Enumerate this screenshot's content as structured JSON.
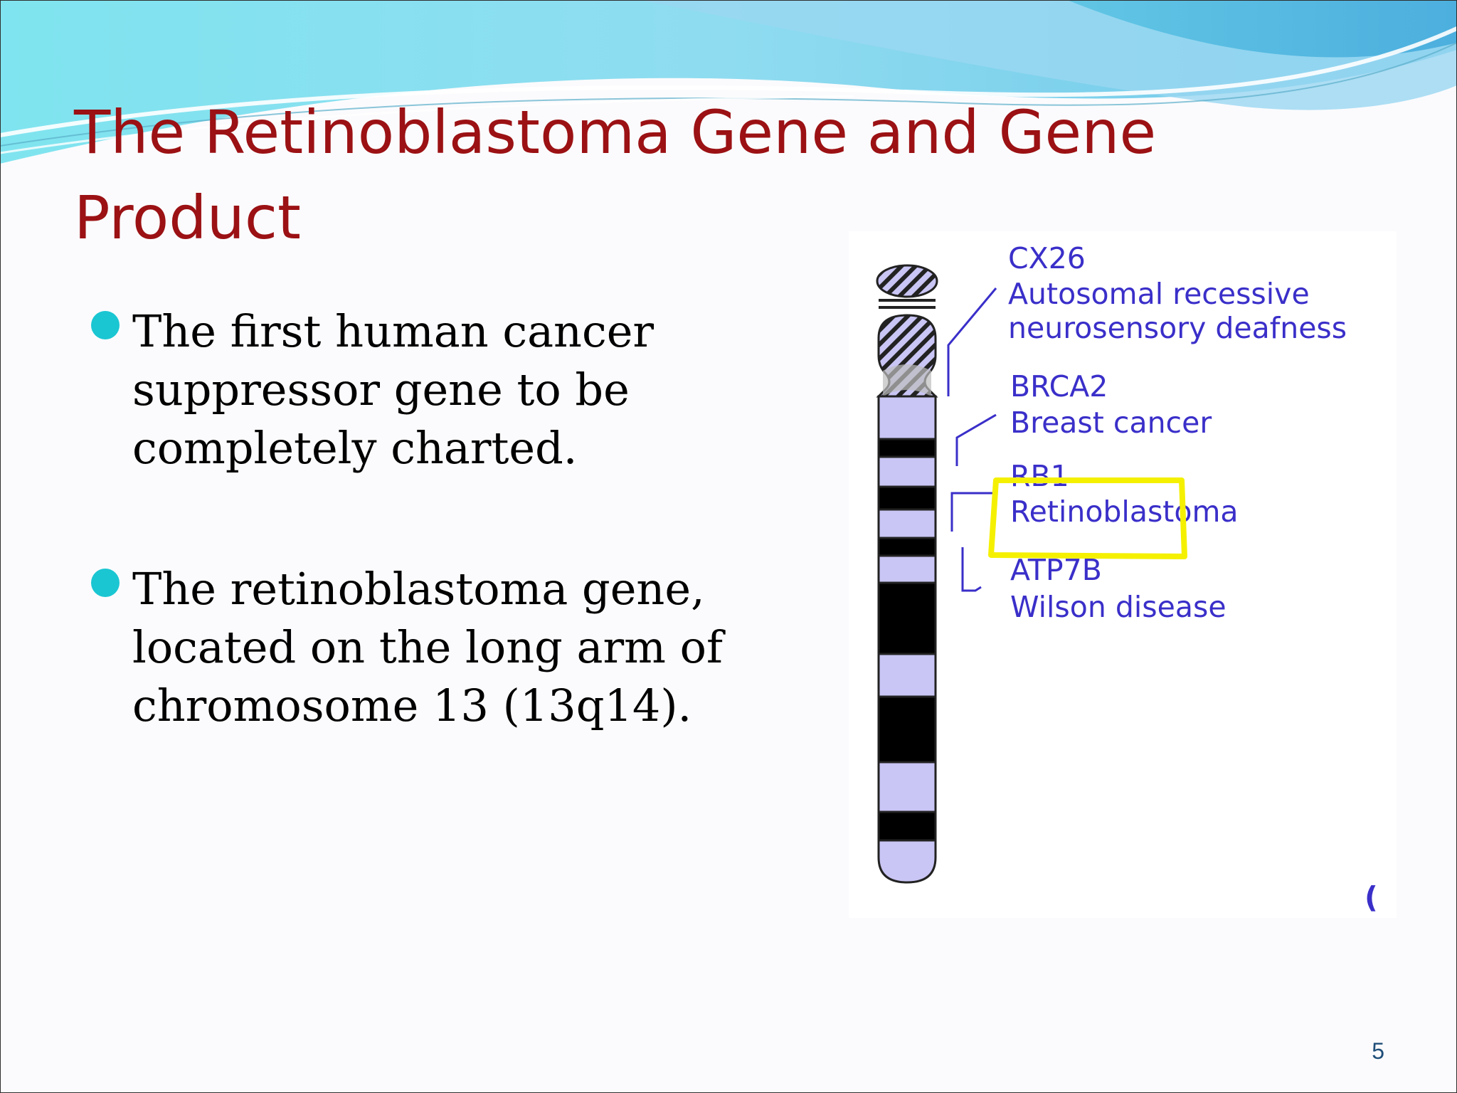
{
  "slide": {
    "title": "The Retinoblastoma Gene and Gene Product",
    "bullets": [
      "The first human cancer suppressor gene to be completely charted.",
      "The retinoblastoma  gene, located on the long arm of chromosome 13 (13q14)."
    ],
    "page_number": "5"
  },
  "figure": {
    "genes": [
      {
        "symbol": "CX26",
        "disease_line1": "Autosomal recessive",
        "disease_line2": "neurosensory deafness"
      },
      {
        "symbol": "BRCA2",
        "disease_line1": "Breast cancer"
      },
      {
        "symbol": "RB1",
        "disease_line1": "Retinoblastoma",
        "highlighted": true
      },
      {
        "symbol": "ATP7B",
        "disease_line1": "Wilson disease"
      }
    ],
    "stray_mark": "(",
    "highlight_color": "#f4f000",
    "label_color": "#3a2fc9"
  },
  "colors": {
    "title": "#9b1114",
    "bullet_dot": "#1ac6d2",
    "band_light": "#c9c5f4",
    "band_dark": "#000000"
  }
}
